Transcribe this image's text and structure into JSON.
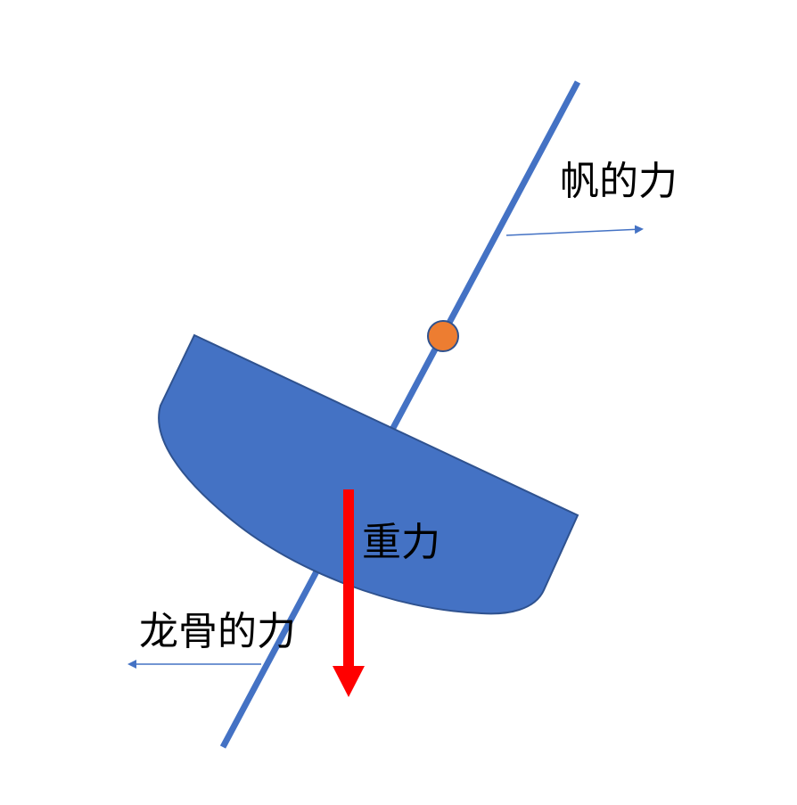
{
  "labels": {
    "sail_force": "帆的力",
    "gravity": "重力",
    "keel_force": "龙骨的力"
  },
  "colors": {
    "background": "#ffffff",
    "hull_fill": "#4472c4",
    "hull_stroke": "#2f528f",
    "mast": "#4472c4",
    "pivot_fill": "#ed7d31",
    "pivot_stroke": "#2f528f",
    "force_arrow": "#4472c4",
    "gravity_arrow": "#ff0000",
    "text": "#000000"
  }
}
